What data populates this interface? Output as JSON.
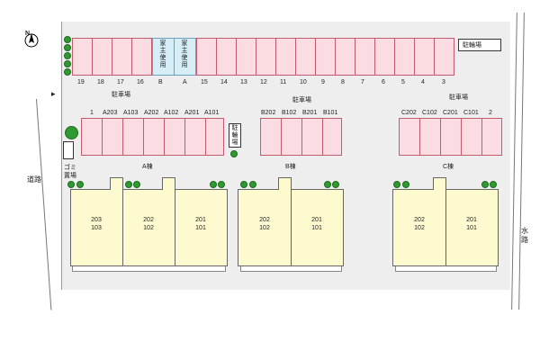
{
  "compass": {
    "label": "N"
  },
  "road": {
    "label": "道路",
    "entrance_marker": "▸"
  },
  "waterway": {
    "label": "水路"
  },
  "top_row": {
    "stalls": [
      "19",
      "18",
      "17",
      "16",
      "B",
      "A",
      "15",
      "14",
      "13",
      "12",
      "11",
      "10",
      "9",
      "8",
      "7",
      "6",
      "5",
      "4",
      "3"
    ],
    "owner_use_label": "家主使用",
    "bike_parking": "駐輪場"
  },
  "parking_labels": [
    "駐車場",
    "駐車場",
    "駐車場"
  ],
  "left_row": {
    "stalls": [
      "1",
      "A203",
      "A103",
      "A202",
      "A102",
      "A201",
      "A101"
    ]
  },
  "mid_row": {
    "stalls": [
      "B202",
      "B102",
      "B201",
      "B101"
    ]
  },
  "right_row": {
    "stalls": [
      "C202",
      "C102",
      "C201",
      "C101",
      "2"
    ]
  },
  "bike_parking_mid": "駐輪場",
  "garbage": "ゴミ置場",
  "buildings": {
    "A": {
      "name": "A棟",
      "units": [
        [
          "203",
          "103"
        ],
        [
          "202",
          "102"
        ],
        [
          "201",
          "101"
        ]
      ]
    },
    "B": {
      "name": "B棟",
      "units": [
        [
          "202",
          "102"
        ],
        [
          "201",
          "101"
        ]
      ]
    },
    "C": {
      "name": "C棟",
      "units": [
        [
          "202",
          "102"
        ],
        [
          "201",
          "101"
        ]
      ]
    }
  }
}
